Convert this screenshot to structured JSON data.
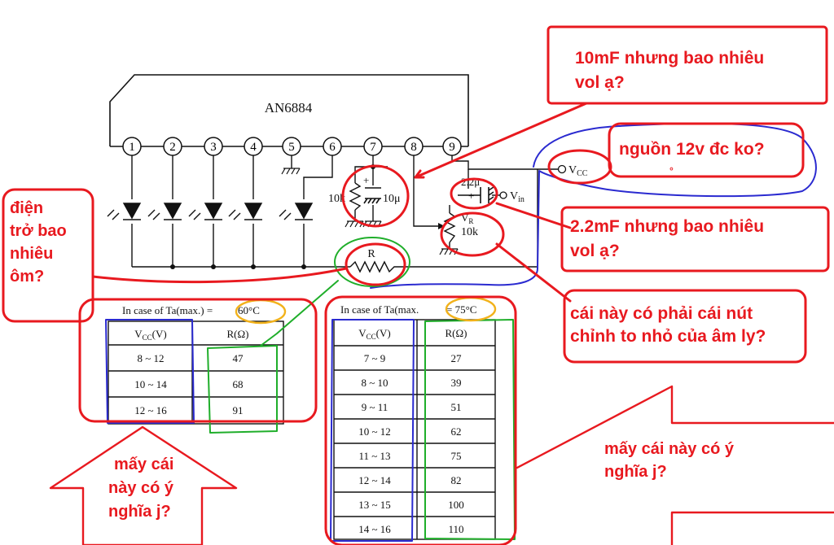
{
  "chip": {
    "name": "AN6884",
    "pins": [
      "1",
      "2",
      "3",
      "4",
      "5",
      "6",
      "7",
      "8",
      "9"
    ]
  },
  "components": {
    "resistor_7": "10k",
    "capacitor_7": "10μ",
    "capacitor_9": "2.2μ",
    "vin": "V",
    "vin_sub": "in",
    "vr": "V",
    "vr_sub": "R",
    "vr_value": "10k",
    "vcc": "V",
    "vcc_sub": "CC",
    "r": "R",
    "plus": "+"
  },
  "table_60": {
    "caption_prefix": "In case of Ta(max.) =",
    "caption_temp": "60°C",
    "header_v": "V",
    "header_v_sub": "CC",
    "header_v_unit": "(V)",
    "header_r": "R(Ω)",
    "rows": [
      {
        "v": "8 ~ 12",
        "r": "47"
      },
      {
        "v": "10 ~ 14",
        "r": "68"
      },
      {
        "v": "12 ~ 16",
        "r": "91"
      }
    ]
  },
  "table_75": {
    "caption_prefix": "In case of Ta(max.",
    "caption_temp": "= 75°C",
    "header_v": "V",
    "header_v_sub": "CC",
    "header_v_unit": "(V)",
    "header_r": "R(Ω)",
    "rows": [
      {
        "v": "7 ~ 9",
        "r": "27"
      },
      {
        "v": "8 ~ 10",
        "r": "39"
      },
      {
        "v": "9 ~ 11",
        "r": "51"
      },
      {
        "v": "10 ~ 12",
        "r": "62"
      },
      {
        "v": "11 ~ 13",
        "r": "75"
      },
      {
        "v": "12 ~ 14",
        "r": "82"
      },
      {
        "v": "13 ~ 15",
        "r": "100"
      },
      {
        "v": "14 ~ 16",
        "r": "110"
      }
    ]
  },
  "annotations": {
    "cap10_line1": "10mF nhưng bao nhiêu",
    "cap10_line2": "vol ạ?",
    "power_line1": "nguồn 12v đc ko?",
    "power_dot": "°",
    "cap22_line1": "2.2mF nhưng bao nhiêu",
    "cap22_line2": "vol ạ?",
    "resistor_line1": "điện",
    "resistor_line2": "trở bao",
    "resistor_line3": "nhiêu",
    "resistor_line4": "ôm?",
    "knob_line1": "cái này có phải cái nút",
    "knob_line2": "chỉnh to nhỏ của âm ly?",
    "meaning_left_line1": "mấy cái",
    "meaning_left_line2": "này có ý",
    "meaning_left_line3": "nghĩa j?",
    "meaning_right_line1": "mấy cái này có ý",
    "meaning_right_line2": "nghĩa j?"
  },
  "colors": {
    "annotation_red": "#e8191f",
    "marker_blue": "#2a2ad0",
    "marker_green": "#1fae2a",
    "marker_yellow": "#f2b21b"
  }
}
